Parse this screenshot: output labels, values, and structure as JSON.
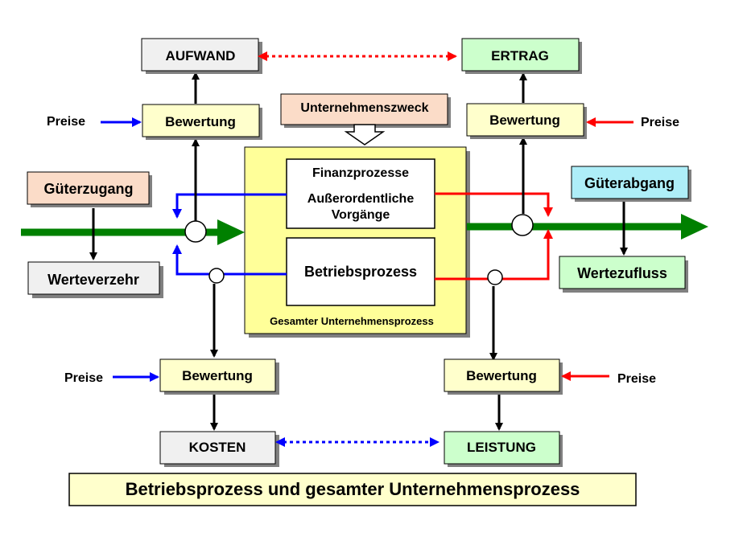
{
  "colors": {
    "grey_box": "#f0f0f0",
    "green_box": "#ccffcc",
    "yellow_box": "#ffffcc",
    "peach_box": "#fbdcc8",
    "cyan_box": "#aeeef8",
    "core_fill": "#ffff99",
    "title_fill": "#ffffcc",
    "flow_green": "#008000",
    "blue": "#0000ff",
    "red": "#ff0000"
  },
  "aufwand": "AUFWAND",
  "ertrag": "ERTRAG",
  "kosten": "KOSTEN",
  "leistung": "LEISTUNG",
  "bewertung_tl": "Bewertung",
  "bewertung_tr": "Bewertung",
  "bewertung_bl": "Bewertung",
  "bewertung_br": "Bewertung",
  "preise_tl": "Preise",
  "preise_tr": "Preise",
  "preise_bl": "Preise",
  "preise_br": "Preise",
  "unternehmenszweck": "Unternehmenszweck",
  "gueterzugang": "Güterzugang",
  "werteverzehr": "Werteverzehr",
  "gueterabgang": "Güterabgang",
  "wertezufluss": "Wertezufluss",
  "finanz_line1": "Finanzprozesse",
  "finanz_line2": "Außerordentliche",
  "finanz_line3": "Vorgänge",
  "betriebsprozess": "Betriebsprozess",
  "gesamter_label": "Gesamter Unternehmensprozess",
  "title": "Betriebsprozess und gesamter Unternehmensprozess"
}
